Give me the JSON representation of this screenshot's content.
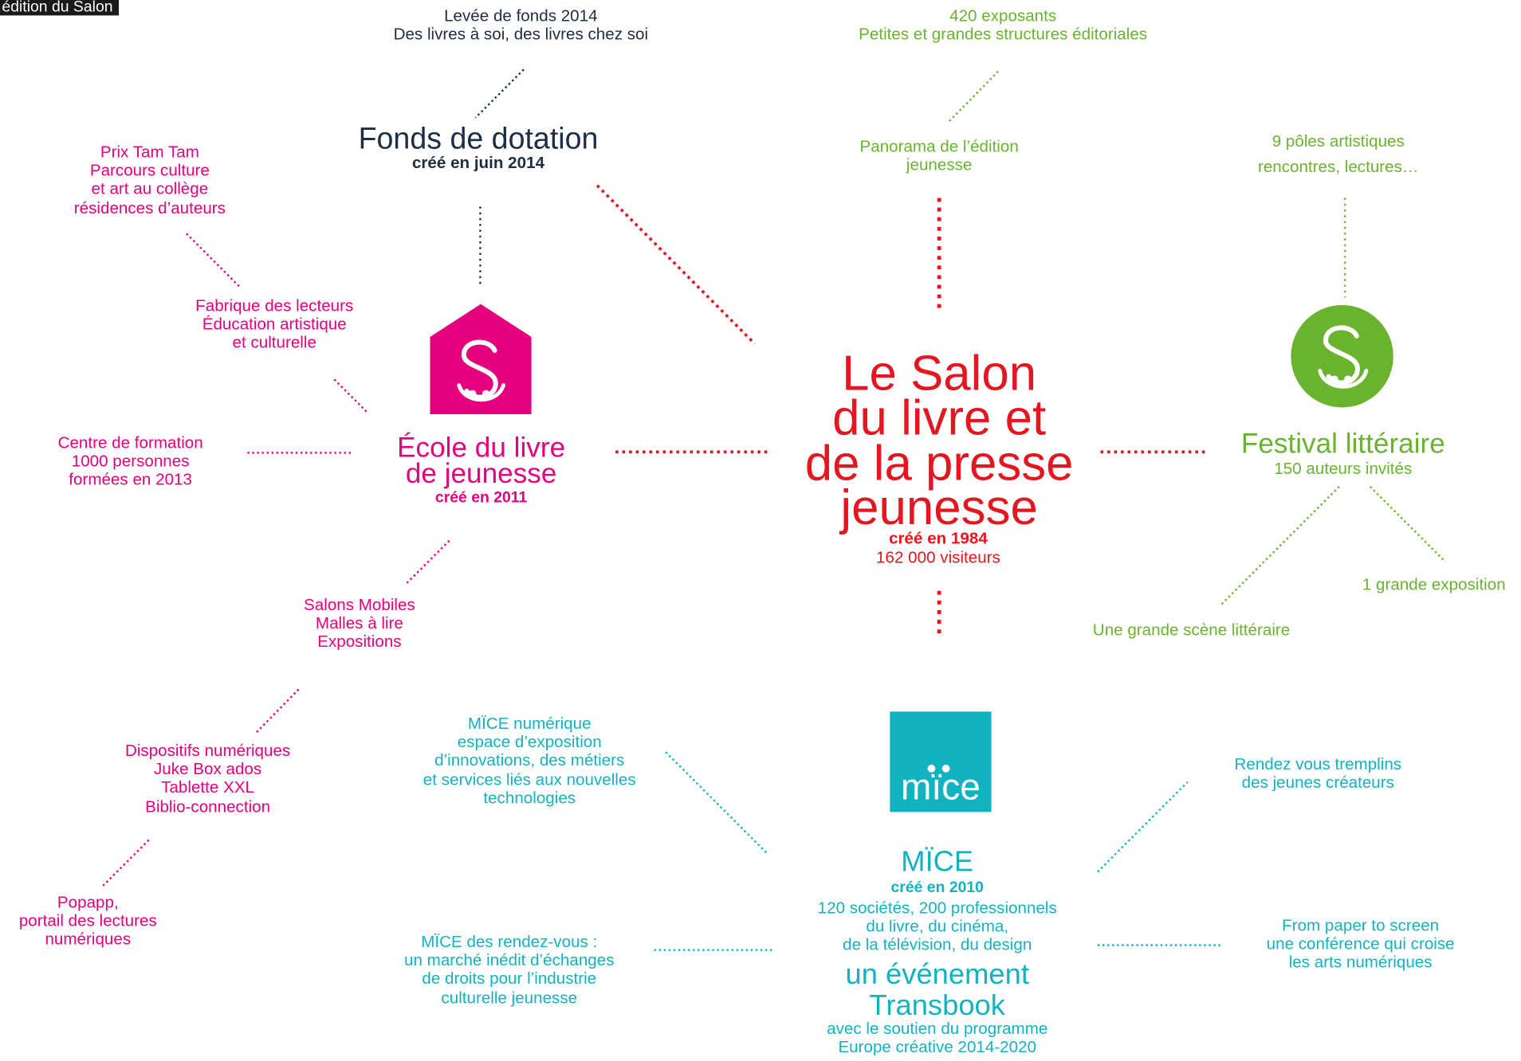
{
  "header": {
    "badge_label": "édition du Salon"
  },
  "colors": {
    "pink": "#e5007d",
    "green": "#69b32e",
    "teal": "#12b3be",
    "navy": "#1d2d44",
    "red": "#e4161f"
  },
  "center": {
    "title_lines": [
      "Le Salon",
      "du livre et",
      "de la presse",
      "jeunesse"
    ],
    "created": "créé en 1984",
    "visitors": "162 000 visiteurs"
  },
  "fonds": {
    "top_lines": [
      "Levée de fonds 2014",
      "Des livres à soi, des livres chez soi"
    ],
    "title": "Fonds de dotation",
    "created": "créé en juin 2014"
  },
  "ecole": {
    "title_lines": [
      "École du livre",
      "de jeunesse"
    ],
    "created": "créé en 2011",
    "logo_icon": "house-s-logo-icon",
    "prix_lines": [
      "Prix Tam Tam",
      "Parcours culture",
      "et art au collège",
      "résidences d’auteurs"
    ],
    "fabrique_lines": [
      "Fabrique des lecteurs",
      "Éducation artistique",
      "et culturelle"
    ],
    "centre_lines": [
      "Centre de formation",
      "1000 personnes",
      "formées en 2013"
    ],
    "salons_lines": [
      "Salons Mobiles",
      "Malles à lire",
      "Expositions"
    ],
    "dispositifs_lines": [
      "Dispositifs numériques",
      "Juke Box ados",
      "Tablette XXL",
      "Biblio-connection"
    ],
    "popapp_lines": [
      "Popapp,",
      "portail des lectures",
      "numériques"
    ]
  },
  "panorama": {
    "exposants_lines": [
      "420 exposants",
      "Petites et grandes structures éditoriales"
    ],
    "panorama_lines": [
      "Panorama de l’édition",
      "jeunesse"
    ]
  },
  "festival": {
    "poles_lines": [
      "9 pôles artistiques",
      "rencontres, lectures…"
    ],
    "logo_icon": "circle-s-logo-icon",
    "title": "Festival littéraire",
    "authors": "150 auteurs invités",
    "expo": "1 grande exposition",
    "scene": "Une grande scène littéraire"
  },
  "mice": {
    "logo_text": "mïce",
    "title": "MÏCE",
    "created": "créé en 2010",
    "info_lines": [
      "120 sociétés, 200 professionnels",
      "du livre, du cinéma,",
      "de la télévision, du design"
    ],
    "event_lines": [
      "un événement",
      "Transbook"
    ],
    "support_lines": [
      "avec le soutien du programme",
      "Europe créative 2014-2020"
    ],
    "numerique_lines": [
      "MÏCE numérique",
      "espace d’exposition",
      "d’innovations, des métiers",
      "et services liés aux nouvelles",
      "technologies"
    ],
    "rdv_lines": [
      "MÏCE des rendez-vous :",
      "un marché inédit d’échanges",
      "de droits pour l’industrie",
      "culturelle jeunesse"
    ],
    "tremplins_lines": [
      "Rendez vous tremplins",
      "des jeunes créateurs"
    ],
    "paper_lines": [
      "From paper to screen",
      "une conférence qui croise",
      "les arts numériques"
    ]
  }
}
